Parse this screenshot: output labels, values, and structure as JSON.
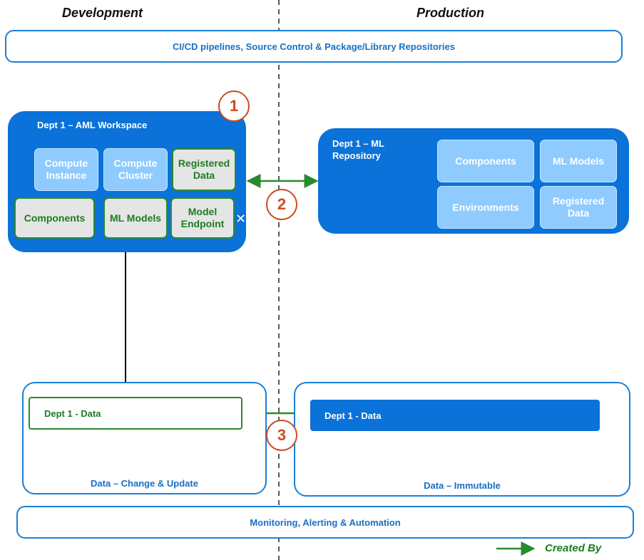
{
  "headers": {
    "development": "Development",
    "production": "Production"
  },
  "top_bar": "CI/CD pipelines, Source Control & Package/Library Repositories",
  "workspace": {
    "title": "Dept 1 – AML Workspace",
    "tiles": [
      "Compute Instance",
      "Compute Cluster",
      "Registered Data",
      "Components",
      "ML Models",
      "Model Endpoint"
    ]
  },
  "repository": {
    "title": "Dept 1 – ML Repository",
    "tiles": [
      "Components",
      "ML Models",
      "Environments",
      "Registered Data"
    ]
  },
  "dev_data": {
    "box": "Dept 1 - Data",
    "label": "Data – Change & Update"
  },
  "prod_data": {
    "box": "Dept 1 - Data",
    "label": "Data – Immutable"
  },
  "bottom_bar": "Monitoring, Alerting & Automation",
  "numbers": [
    "1",
    "2",
    "3"
  ],
  "legend": {
    "label": "Created By"
  },
  "colors": {
    "blue": "#0a72d8",
    "green": "#2a8a2e",
    "orange": "#cc4a1e",
    "light_tile": "#8fcbff"
  }
}
